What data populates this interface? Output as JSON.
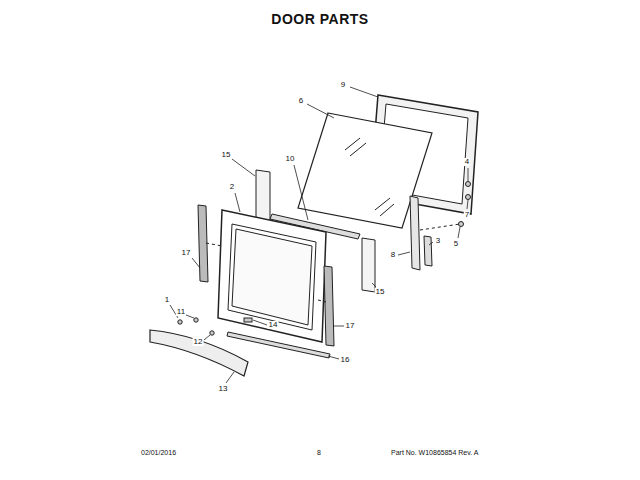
{
  "diagram": {
    "title": "DOOR PARTS",
    "labels": [
      "9",
      "6",
      "15",
      "10",
      "4",
      "2",
      "7",
      "3",
      "5",
      "8",
      "17",
      "15",
      "1",
      "11",
      "14",
      "17",
      "12",
      "16",
      "13",
      "02/01/2016",
      "8",
      "Part No. W10865854  Rev. A"
    ]
  }
}
